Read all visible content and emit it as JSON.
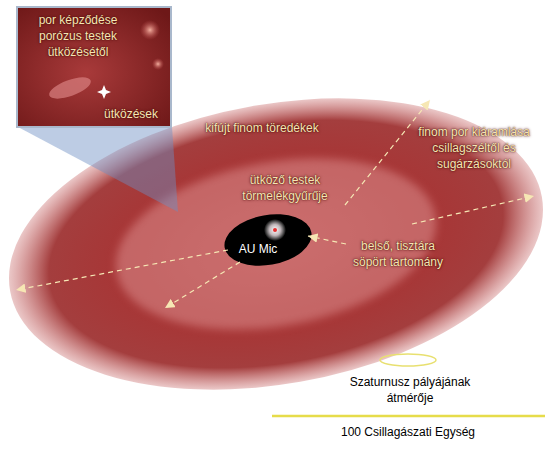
{
  "diagram": {
    "nodes": [
      {
        "text": [
          "por képződése porózus testek ütközésétől",
          "ütközések"
        ]
      }
    ],
    "labels": [
      "kifújt finom töredékek",
      "finom por kiáramlása csillagszéltől és sugárzásoktól",
      "ütköző testek törmelékgyűrűje",
      "AU Mic",
      "belső, tisztára söpört tartomány",
      "Szaturnusz pályájának átmérője",
      "100 Csillagászati Egység"
    ]
  }
}
